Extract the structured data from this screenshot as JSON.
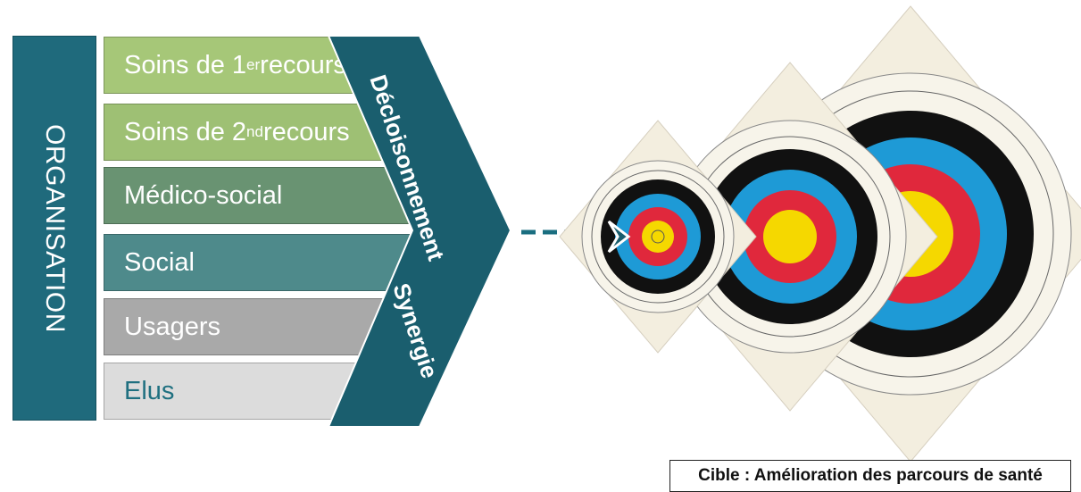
{
  "organisation_label": "ORGANISATION",
  "rows": [
    {
      "text": "Soins de 1",
      "sup": "er",
      "rest": " recours"
    },
    {
      "text": "Soins de 2",
      "sup": "nd",
      "rest": " recours"
    },
    {
      "text": "Médico-social",
      "sup": "",
      "rest": ""
    },
    {
      "text": "Social",
      "sup": "",
      "rest": ""
    },
    {
      "text": "Usagers",
      "sup": "",
      "rest": ""
    },
    {
      "text": "Elus",
      "sup": "",
      "rest": ""
    }
  ],
  "chevron": {
    "top_label": "Décloisonnement",
    "bottom_label": "Synergie",
    "color": "#1a5e6e"
  },
  "target": {
    "caption": "Cible : Amélioration des parcours de santé",
    "ring_colors": [
      "#f5f0e3",
      "#101010",
      "#1e9ad6",
      "#e0283c",
      "#f5d800"
    ]
  }
}
